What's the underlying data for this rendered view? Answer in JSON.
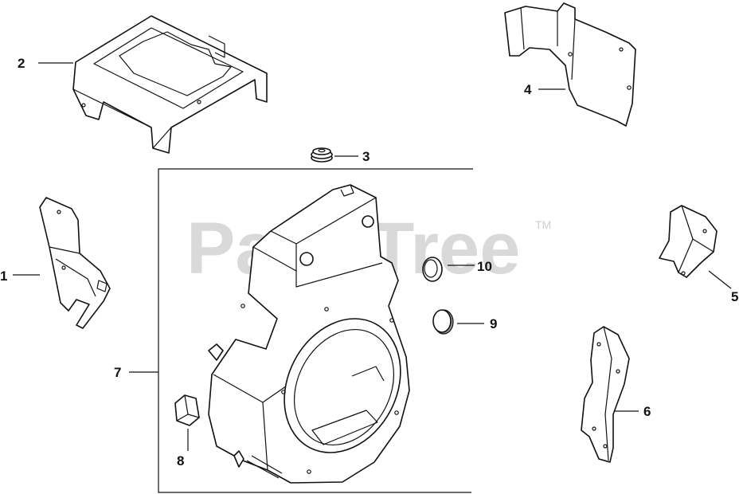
{
  "watermark": {
    "text": "PartsTree",
    "tm": "TM"
  },
  "callouts": [
    {
      "id": "1",
      "label": "1"
    },
    {
      "id": "2",
      "label": "2"
    },
    {
      "id": "3",
      "label": "3"
    },
    {
      "id": "4",
      "label": "4"
    },
    {
      "id": "5",
      "label": "5"
    },
    {
      "id": "6",
      "label": "6"
    },
    {
      "id": "7",
      "label": "7"
    },
    {
      "id": "8",
      "label": "8"
    },
    {
      "id": "9",
      "label": "9"
    },
    {
      "id": "10",
      "label": "10"
    }
  ],
  "colors": {
    "line": "#111111",
    "watermark": "#d9d9d9",
    "background": "#ffffff"
  }
}
